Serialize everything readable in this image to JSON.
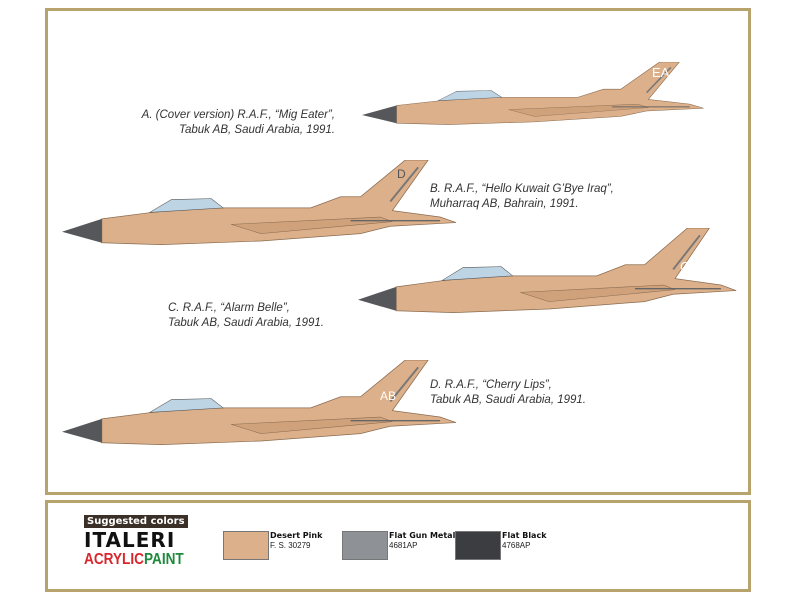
{
  "versions": [
    {
      "line1": "A. (Cover version) R.A.F., “Mig Eater”,",
      "line2": "Tabuk AB, Saudi Arabia, 1991.",
      "tail_code": "EA"
    },
    {
      "line1": "B. R.A.F., “Hello Kuwait G’Bye Iraq”,",
      "line2": "Muharraq AB, Bahrain, 1991.",
      "tail_code": "D"
    },
    {
      "line1": "C. R.A.F., “Alarm Belle”,",
      "line2": "Tabuk AB, Saudi Arabia, 1991.",
      "tail_code": "CL"
    },
    {
      "line1": "D. R.A.F., “Cherry Lips”,",
      "line2": "Tabuk AB, Saudi Arabia, 1991.",
      "tail_code": "AB"
    }
  ],
  "legend": {
    "title": "Suggested colors",
    "brand1": "ITALERI",
    "brand2a": "ACRYLIC",
    "brand2b": "PAINT"
  },
  "colors": [
    {
      "name": "Desert Pink",
      "code": "F. S. 30279",
      "hex": "#dcb08a"
    },
    {
      "name": "Flat Gun Metal",
      "code": "4681AP",
      "hex": "#8e9195"
    },
    {
      "name": "Flat Black",
      "code": "4768AP",
      "hex": "#3b3d40"
    }
  ]
}
